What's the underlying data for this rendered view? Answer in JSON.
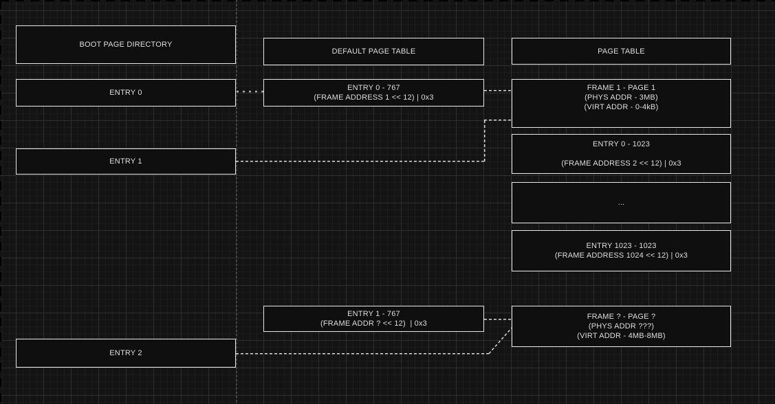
{
  "canvas": {
    "background_color": "#141414",
    "grid_minor_color": "#1c1c1c",
    "grid_major_color": "#2f2f2f",
    "node_fill_color": "#0f0f0f",
    "node_border_color": "#e9e9e9",
    "text_color": "#dedede",
    "connector_color": "#d9d9d9",
    "guide_color": "#454545"
  },
  "columns": {
    "boot_page_directory": {
      "title": "BOOT PAGE DIRECTORY",
      "entry0": "ENTRY 0",
      "entry1": "ENTRY 1",
      "entry2": "ENTRY 2"
    },
    "default_page_table": {
      "title": "DEFAULT PAGE TABLE",
      "entry0": {
        "line1": "ENTRY 0 - 767",
        "line2": "(FRAME ADDRESS 1 << 12) | 0x3"
      },
      "entry1": {
        "line1": "ENTRY 1 - 767",
        "line2": "(FRAME ADDR ? << 12)  | 0x3"
      }
    },
    "page_table": {
      "title": "PAGE TABLE",
      "frame1": {
        "line1": "FRAME 1 - PAGE 1",
        "line2": "(PHYS ADDR - 3MB)",
        "line3": "(VIRT ADDR - 0-4kB)"
      },
      "entry0_1023": {
        "line1": "ENTRY 0 - 1023",
        "line2": "",
        "line3": "(FRAME ADDRESS 2 << 12) | 0x3"
      },
      "ellipsis": "...",
      "entry1023_1023": {
        "line1": "ENTRY 1023 - 1023",
        "line2": "(FRAME ADDRESS 1024 << 12) | 0x3"
      },
      "frame_unknown": {
        "line1": "FRAME ? - PAGE ?",
        "line2": "(PHYS ADDR ???)",
        "line3": "(VIRT ADDR - 4MB-8MB)"
      }
    }
  }
}
